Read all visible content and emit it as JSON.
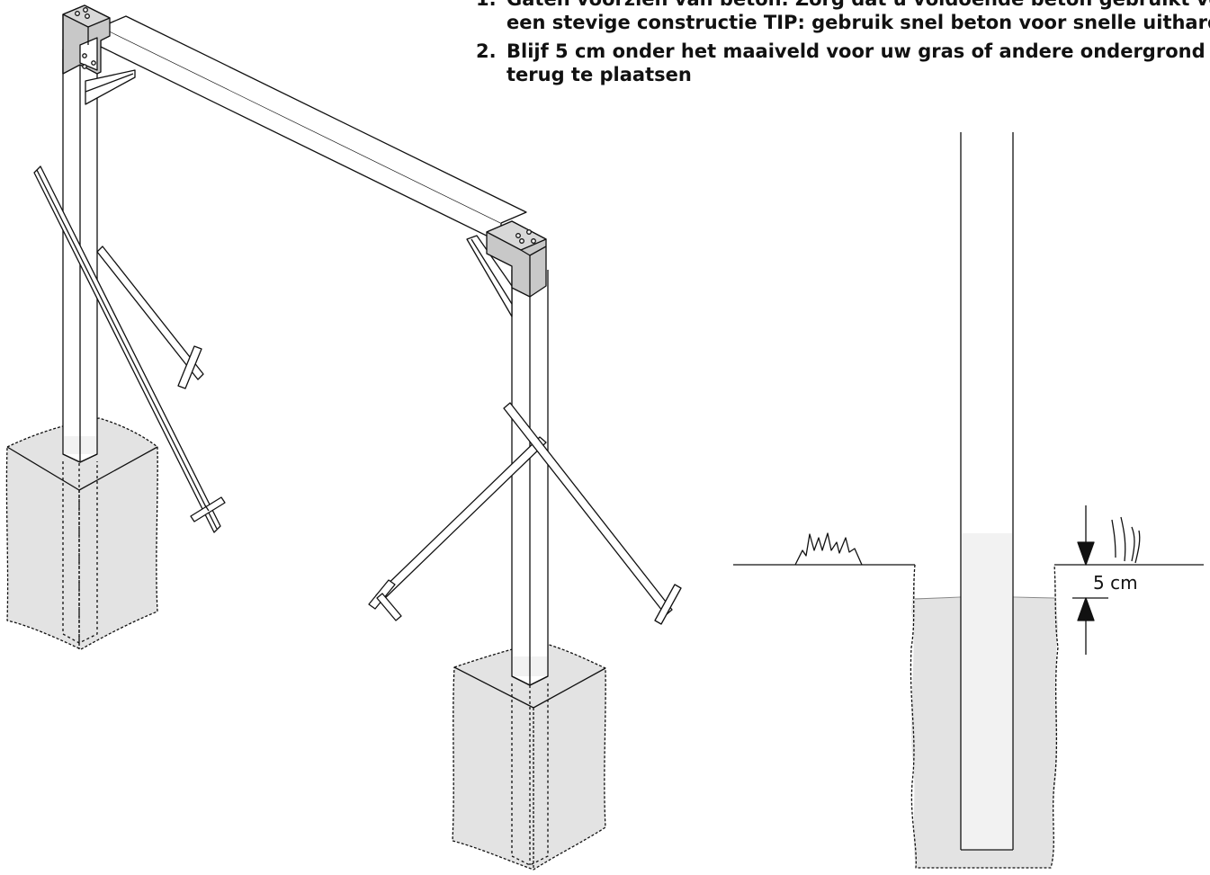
{
  "instructions": {
    "steps": [
      {
        "number": "1.",
        "lines": [
          "Gaten voorzien van beton. Zorg dat u voldoende beton gebruikt voor",
          "een stevige constructie TIP: gebruik snel beton voor snelle uitharding"
        ]
      },
      {
        "number": "2.",
        "lines": [
          "Blijf 5 cm onder het maaiveld voor uw gras of andere ondergrond",
          "terug te plaatsen"
        ]
      }
    ]
  },
  "detail": {
    "dimension_label": "5 cm"
  },
  "colors": {
    "line": "#111111",
    "concrete": "#e3e3e3",
    "bracket": "#c8c8c8",
    "post_highlight": "#f2f2f2"
  }
}
